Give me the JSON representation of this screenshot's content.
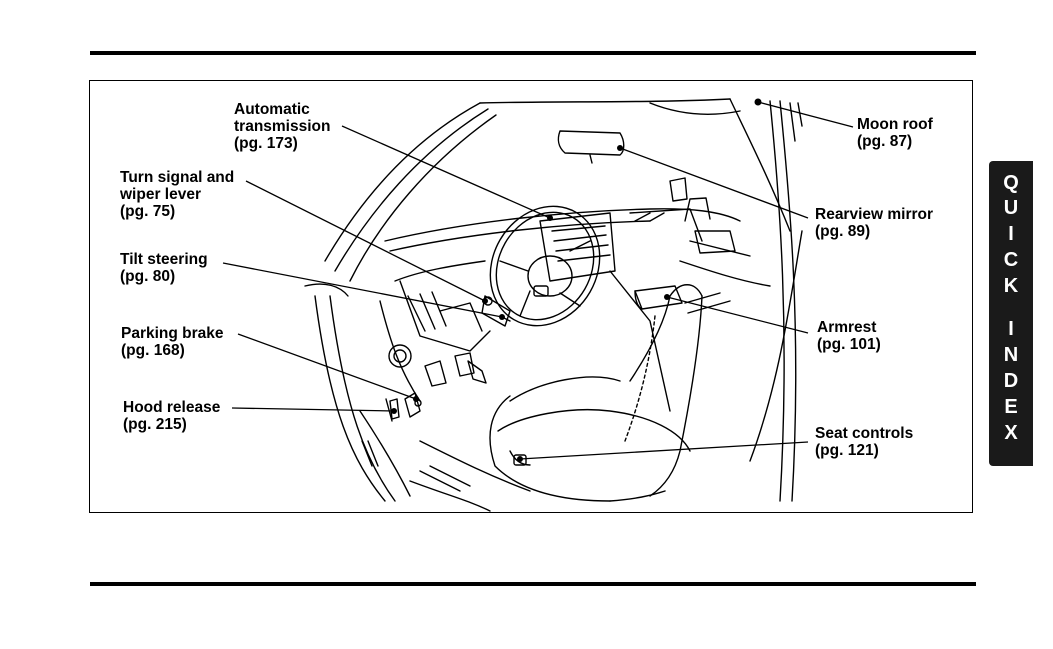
{
  "callouts": [
    {
      "id": "automatic-transmission",
      "lines": [
        "Automatic",
        "transmission",
        "(pg. 173)"
      ]
    },
    {
      "id": "turn-signal",
      "lines": [
        "Turn signal and",
        "wiper lever",
        "(pg. 75)"
      ]
    },
    {
      "id": "tilt-steering",
      "lines": [
        "Tilt steering",
        "(pg. 80)"
      ]
    },
    {
      "id": "parking-brake",
      "lines": [
        "Parking brake",
        "(pg. 168)"
      ]
    },
    {
      "id": "hood-release",
      "lines": [
        "Hood release",
        "(pg. 215)"
      ]
    },
    {
      "id": "moon-roof",
      "lines": [
        "Moon roof",
        "(pg. 87)"
      ]
    },
    {
      "id": "rearview-mirror",
      "lines": [
        "Rearview mirror",
        "(pg. 89)"
      ]
    },
    {
      "id": "armrest",
      "lines": [
        "Armrest",
        "(pg. 101)"
      ]
    },
    {
      "id": "seat-controls",
      "lines": [
        "Seat controls",
        "(pg. 121)"
      ]
    }
  ],
  "side_tab": {
    "letters": [
      "Q",
      "U",
      "I",
      "C",
      "K",
      "",
      "I",
      "N",
      "D",
      "E",
      "X"
    ],
    "background": "#1a1a1a",
    "text_color": "#ffffff"
  }
}
